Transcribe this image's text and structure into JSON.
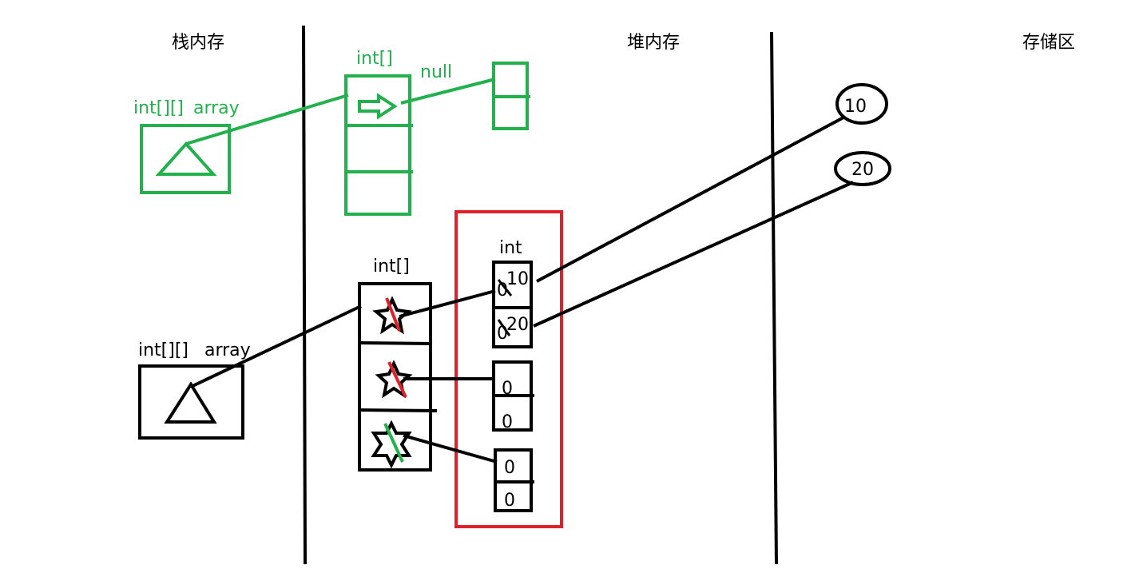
{
  "regions": {
    "stack": "栈内存",
    "heap": "堆内存",
    "storage": "存储区"
  },
  "green_part": {
    "var_type": "int[][]",
    "var_name": "array",
    "array_type": "int[]",
    "null_label": "null"
  },
  "black_part": {
    "var_type": "int[][]",
    "var_name": "array",
    "array_type": "int[]",
    "int_label": "int",
    "cells": {
      "a1_old": "0",
      "a1_new": "10",
      "a2_old": "0",
      "a2_new": "20",
      "b1": "0",
      "b2": "0",
      "c1": "0",
      "c2": "0"
    }
  },
  "storage_values": [
    "10",
    "20"
  ],
  "colors": {
    "stroke": "#000000",
    "green": "#22b14c",
    "red": "#e0202a"
  }
}
